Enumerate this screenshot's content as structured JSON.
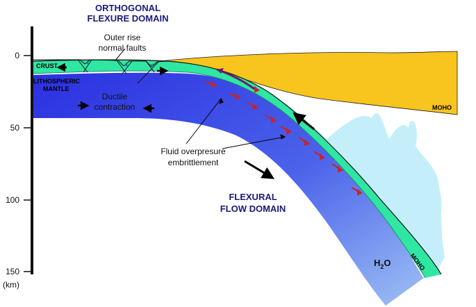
{
  "titles": {
    "orthogonal": [
      "ORTHOGONAL",
      "FLEXURE DOMAIN"
    ],
    "flexural": [
      "FLEXURAL",
      "FLOW DOMAIN"
    ]
  },
  "labels": {
    "outer_rise": [
      "Outer rise",
      "normal faults"
    ],
    "crust": "CRUST",
    "lith_mantle": [
      "LITHOSPHERIC",
      "MANTLE"
    ],
    "ductile": [
      "Ductile",
      "contraction"
    ],
    "fluid": [
      "Fluid overpresure",
      "embrittlement"
    ],
    "moho_upper": "MOHO",
    "moho_slab": "MOHO",
    "water_main": "H",
    "water_sub": "2",
    "water_tail": "O"
  },
  "depth_axis": {
    "ticks": [
      "0",
      "50",
      "100",
      "150"
    ],
    "unit": "(km)"
  },
  "colors": {
    "slab_mantle_deep": "#3a3fe6",
    "slab_mantle_light": "#8ab0f2",
    "crust": "#2fe6a3",
    "overriding_plate": "#f8c41e",
    "fluid": "#c4effa",
    "axis": "#111111",
    "domain_text": "#1a1a7a",
    "fault_arrow": "#cc2222",
    "megathrust_arrow": "#6a1a6a"
  }
}
